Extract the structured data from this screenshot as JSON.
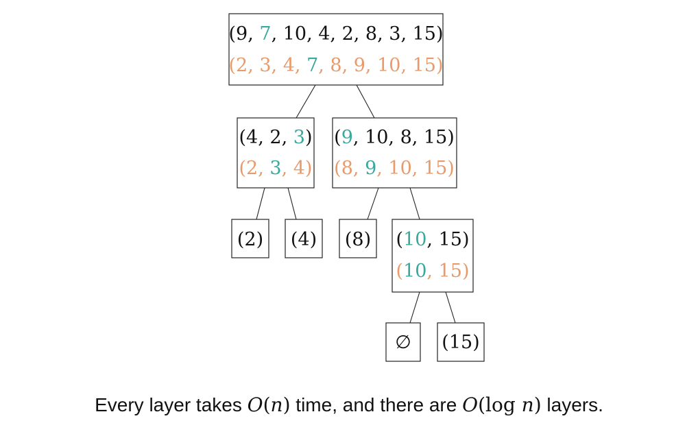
{
  "colors": {
    "black": "#111111",
    "teal": "#3aa89c",
    "orange": "#e89a6a"
  },
  "tree": [
    {
      "id": "root",
      "lines": [
        [
          [
            "(9, ",
            "k"
          ],
          [
            "7",
            "t"
          ],
          [
            ", 10, 4, 2, 8, 3, 15)",
            "k"
          ]
        ],
        [
          [
            "(2, 3, 4, ",
            "o"
          ],
          [
            "7",
            "t"
          ],
          [
            ", 8, 9, 10, 15)",
            "o"
          ]
        ]
      ]
    },
    {
      "id": "left",
      "lines": [
        [
          [
            "(4, 2, ",
            "k"
          ],
          [
            "3",
            "t"
          ],
          [
            ")",
            "k"
          ]
        ],
        [
          [
            "(2, ",
            "o"
          ],
          [
            "3",
            "t"
          ],
          [
            ", 4)",
            "o"
          ]
        ]
      ]
    },
    {
      "id": "right",
      "lines": [
        [
          [
            "(",
            "k"
          ],
          [
            "9",
            "t"
          ],
          [
            ", 10, 8, 15)",
            "k"
          ]
        ],
        [
          [
            "(8, ",
            "o"
          ],
          [
            "9",
            "t"
          ],
          [
            ", 10, 15)",
            "o"
          ]
        ]
      ]
    },
    {
      "id": "leaf-2",
      "lines": [
        [
          [
            "(2)",
            "k"
          ]
        ]
      ]
    },
    {
      "id": "leaf-4",
      "lines": [
        [
          [
            "(4)",
            "k"
          ]
        ]
      ]
    },
    {
      "id": "leaf-8",
      "lines": [
        [
          [
            "(8)",
            "k"
          ]
        ]
      ]
    },
    {
      "id": "right-right",
      "lines": [
        [
          [
            "(",
            "k"
          ],
          [
            "10",
            "t"
          ],
          [
            ", 15)",
            "k"
          ]
        ],
        [
          [
            "(",
            "o"
          ],
          [
            "10",
            "t"
          ],
          [
            ", 15)",
            "o"
          ]
        ]
      ]
    },
    {
      "id": "empty",
      "lines": [
        [
          [
            "∅",
            "k"
          ]
        ]
      ]
    },
    {
      "id": "leaf-15",
      "lines": [
        [
          [
            "(15)",
            "k"
          ]
        ]
      ]
    }
  ],
  "caption": {
    "part1": "Every layer takes ",
    "math1_func": "O",
    "math1_open": "(",
    "math1_var": "n",
    "math1_close": ")",
    "part2": " time, and there are ",
    "math2_func": "O",
    "math2_open": "(log ",
    "math2_var": "n",
    "math2_close": ")",
    "part3": " layers."
  }
}
